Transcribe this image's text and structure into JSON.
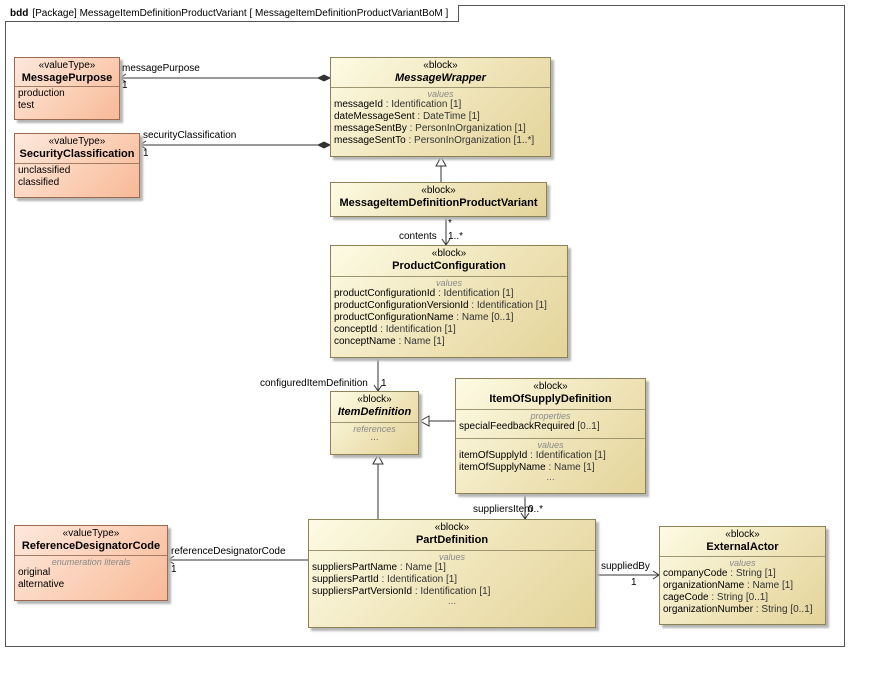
{
  "frame": {
    "keyword": "bdd",
    "title": "[Package] MessageItemDefinitionProductVariant [ MessageItemDefinitionProductVariantBoM ]"
  },
  "blocks": {
    "message_purpose": {
      "stereotype": "«valueType»",
      "name": "MessagePurpose",
      "literals": [
        "production",
        "test"
      ]
    },
    "security_classification": {
      "stereotype": "«valueType»",
      "name": "SecurityClassification",
      "literals": [
        "unclassified",
        "classified"
      ]
    },
    "message_wrapper": {
      "stereotype": "«block»",
      "name": "MessageWrapper",
      "section": "values",
      "rows": [
        {
          "n": "messageId",
          "t": " : Identification [1]"
        },
        {
          "n": "dateMessageSent",
          "t": " : DateTime [1]"
        },
        {
          "n": "messageSentBy",
          "t": " : PersonInOrganization [1]"
        },
        {
          "n": "messageSentTo",
          "t": " : PersonInOrganization [1..*]"
        }
      ]
    },
    "midpv": {
      "stereotype": "«block»",
      "name": "MessageItemDefinitionProductVariant"
    },
    "product_configuration": {
      "stereotype": "«block»",
      "name": "ProductConfiguration",
      "section": "values",
      "rows": [
        {
          "n": "productConfigurationId",
          "t": " : Identification [1]"
        },
        {
          "n": "productConfigurationVersionId",
          "t": " : Identification [1]"
        },
        {
          "n": "productConfigurationName",
          "t": " : Name [0..1]"
        },
        {
          "n": "conceptId",
          "t": " : Identification [1]"
        },
        {
          "n": "conceptName",
          "t": " : Name [1]"
        }
      ]
    },
    "item_definition": {
      "stereotype": "«block»",
      "name": "ItemDefinition",
      "section": "references",
      "dots": "..."
    },
    "item_of_supply": {
      "stereotype": "«block»",
      "name": "ItemOfSupplyDefinition",
      "section1": "properties",
      "rows1": [
        {
          "n": "specialFeedbackRequired",
          "t": " [0..1]"
        }
      ],
      "section2": "values",
      "rows2": [
        {
          "n": "itemOfSupplyId",
          "t": " : Identification [1]"
        },
        {
          "n": "itemOfSupplyName",
          "t": " : Name [1]"
        }
      ],
      "dots": "..."
    },
    "part_definition": {
      "stereotype": "«block»",
      "name": "PartDefinition",
      "section": "values",
      "rows": [
        {
          "n": "suppliersPartName",
          "t": " : Name [1]"
        },
        {
          "n": "suppliersPartId",
          "t": " : Identification [1]"
        },
        {
          "n": "suppliersPartVersionId",
          "t": " : Identification [1]"
        }
      ],
      "dots": "..."
    },
    "ref_designator_code": {
      "stereotype": "«valueType»",
      "name": "ReferenceDesignatorCode",
      "section": "enumeration literals",
      "literals": [
        "original",
        "alternative"
      ]
    },
    "external_actor": {
      "stereotype": "«block»",
      "name": "ExternalActor",
      "section": "values",
      "rows": [
        {
          "n": "companyCode",
          "t": " : String [1]"
        },
        {
          "n": "organizationName",
          "t": " : Name [1]"
        },
        {
          "n": "cageCode",
          "t": " : String [0..1]"
        },
        {
          "n": "organizationNumber",
          "t": " : String [0..1]"
        }
      ]
    }
  },
  "labels": {
    "message_purpose_role": "messagePurpose",
    "message_purpose_mult": "1",
    "security_role": "securityClassification",
    "security_mult": "1",
    "contents_role": "contents",
    "contents_src_mult": "*",
    "contents_mult": "1..*",
    "configured_role": "configuredItemDefinition",
    "configured_mult": "1",
    "suppliers_item_role": "suppliersItem",
    "suppliers_item_mult": "0..*",
    "ref_code_role": "referenceDesignatorCode",
    "ref_code_mult": "1",
    "supplied_by_role": "suppliedBy",
    "supplied_by_mult": "1"
  }
}
